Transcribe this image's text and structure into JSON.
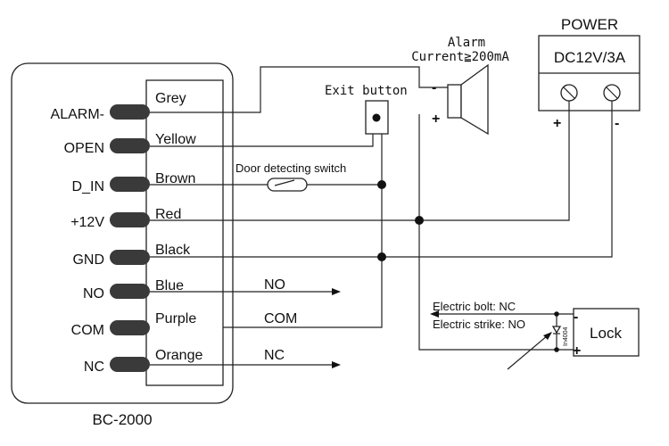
{
  "controller": {
    "model": "BC-2000",
    "terminals": [
      {
        "label": "ALARM-",
        "wire": "Grey"
      },
      {
        "label": "OPEN",
        "wire": "Yellow"
      },
      {
        "label": "D_IN",
        "wire": "Brown"
      },
      {
        "label": "+12V",
        "wire": "Red"
      },
      {
        "label": "GND",
        "wire": "Black"
      },
      {
        "label": "NO",
        "wire": "Blue"
      },
      {
        "label": "COM",
        "wire": "Purple"
      },
      {
        "label": "NC",
        "wire": "Orange"
      }
    ]
  },
  "relay_outputs": {
    "no": "NO",
    "com": "COM",
    "nc": "NC"
  },
  "exit_button": {
    "label": "Exit button"
  },
  "door_switch": {
    "label": "Door detecting switch"
  },
  "alarm": {
    "title": "Alarm",
    "current": "Current≧200mA",
    "minus": "-",
    "plus": "+"
  },
  "power": {
    "title": "POWER",
    "rating": "DC12V/3A",
    "plus": "+",
    "minus": "-"
  },
  "lock": {
    "label": "Lock",
    "bolt_note": "Electric bolt: NC",
    "strike_note": "Electric strike: NO",
    "diode": "In4004",
    "minus": "-",
    "plus": "+"
  }
}
